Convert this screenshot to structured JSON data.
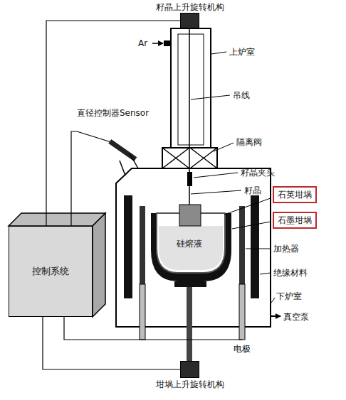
{
  "diagram": {
    "nodes": [
      {
        "text": [
          "籽晶上升旋转机构"
        ]
      },
      {
        "text": [
          "直径控制器Sensor"
        ]
      },
      {
        "text": [
          "石英坩埚"
        ]
      },
      {
        "text": [
          "石墨坩埚"
        ]
      },
      {
        "text": [
          "控制系统"
        ]
      },
      {
        "text": [
          "坩埚上升旋转机构"
        ]
      }
    ],
    "edges": [
      {
        "from": 4,
        "to": 0,
        "arrow": "none"
      },
      {
        "from": 4,
        "to": 1,
        "arrow": "none"
      },
      {
        "from": 4,
        "to": 5,
        "arrow": "none"
      }
    ],
    "labels": [
      "Ar",
      "上炉室",
      "吊线",
      "隔离阀",
      "籽晶夹头",
      "籽晶",
      "硅熔液",
      "加热器",
      "绝缘材料",
      "下炉室",
      "真空泵",
      "电极"
    ]
  }
}
